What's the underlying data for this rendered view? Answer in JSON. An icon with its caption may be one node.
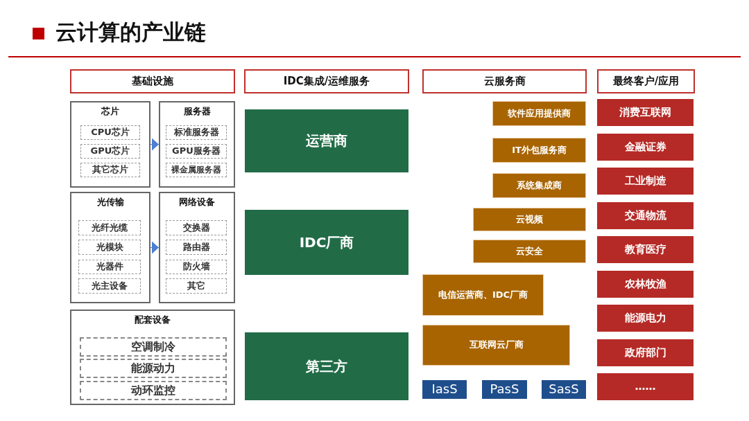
{
  "diagram": {
    "title": "云计算的产业链",
    "nodes": [
      {
        "text": [
          "基础设施"
        ]
      },
      {
        "text": [
          "芯片"
        ]
      },
      {
        "text": [
          "CPU芯片"
        ],
        "in": 1
      },
      {
        "text": [
          "GPU芯片"
        ],
        "in": 1
      },
      {
        "text": [
          "其它芯片"
        ],
        "in": 1
      },
      {
        "text": [
          "服务器"
        ]
      },
      {
        "text": [
          "标准服务器"
        ],
        "in": 5
      },
      {
        "text": [
          "GPU服务器"
        ],
        "in": 5
      },
      {
        "text": [
          "裸金属服务器"
        ],
        "in": 5
      },
      {
        "text": [
          "光传输"
        ]
      },
      {
        "text": [
          "光纤光缆"
        ],
        "in": 9
      },
      {
        "text": [
          "光模块"
        ],
        "in": 9
      },
      {
        "text": [
          "光器件"
        ],
        "in": 9
      },
      {
        "text": [
          "光主设备"
        ],
        "in": 9
      },
      {
        "text": [
          "网络设备"
        ]
      },
      {
        "text": [
          "交换器"
        ],
        "in": 14
      },
      {
        "text": [
          "路由器"
        ],
        "in": 14
      },
      {
        "text": [
          "防火墙"
        ],
        "in": 14
      },
      {
        "text": [
          "其它"
        ],
        "in": 14
      },
      {
        "text": [
          "配套设备"
        ]
      },
      {
        "text": [
          "空调制冷"
        ],
        "in": 19
      },
      {
        "text": [
          "能源动力"
        ],
        "in": 19
      },
      {
        "text": [
          "动环监控"
        ],
        "in": 19
      },
      {
        "text": [
          "IDC集成/运维服务"
        ]
      },
      {
        "text": [
          "运营商"
        ]
      },
      {
        "text": [
          "IDC厂商"
        ]
      },
      {
        "text": [
          "第三方"
        ]
      },
      {
        "text": [
          "云服务商"
        ]
      },
      {
        "text": [
          "软件应用提供商"
        ]
      },
      {
        "text": [
          "IT外包服务商"
        ]
      },
      {
        "text": [
          "系统集成商"
        ]
      },
      {
        "text": [
          "云视频"
        ]
      },
      {
        "text": [
          "云安全"
        ]
      },
      {
        "text": [
          "电信运营商、IDC厂商"
        ]
      },
      {
        "text": [
          "互联网云厂商"
        ]
      },
      {
        "text": [
          "IasS"
        ]
      },
      {
        "text": [
          "PasS"
        ]
      },
      {
        "text": [
          "SasS"
        ]
      },
      {
        "text": [
          "最终客户/应用"
        ]
      },
      {
        "text": [
          "消费互联网"
        ]
      },
      {
        "text": [
          "金融证券"
        ]
      },
      {
        "text": [
          "工业制造"
        ]
      },
      {
        "text": [
          "交通物流"
        ]
      },
      {
        "text": [
          "教育医疗"
        ]
      },
      {
        "text": [
          "农林牧渔"
        ]
      },
      {
        "text": [
          "能源电力"
        ]
      },
      {
        "text": [
          "政府部门"
        ]
      },
      {
        "text": [
          "……"
        ]
      }
    ],
    "edges": [
      {
        "from": 1,
        "to": 5,
        "arrow": "to"
      },
      {
        "from": 9,
        "to": 14,
        "arrow": "to"
      }
    ]
  }
}
